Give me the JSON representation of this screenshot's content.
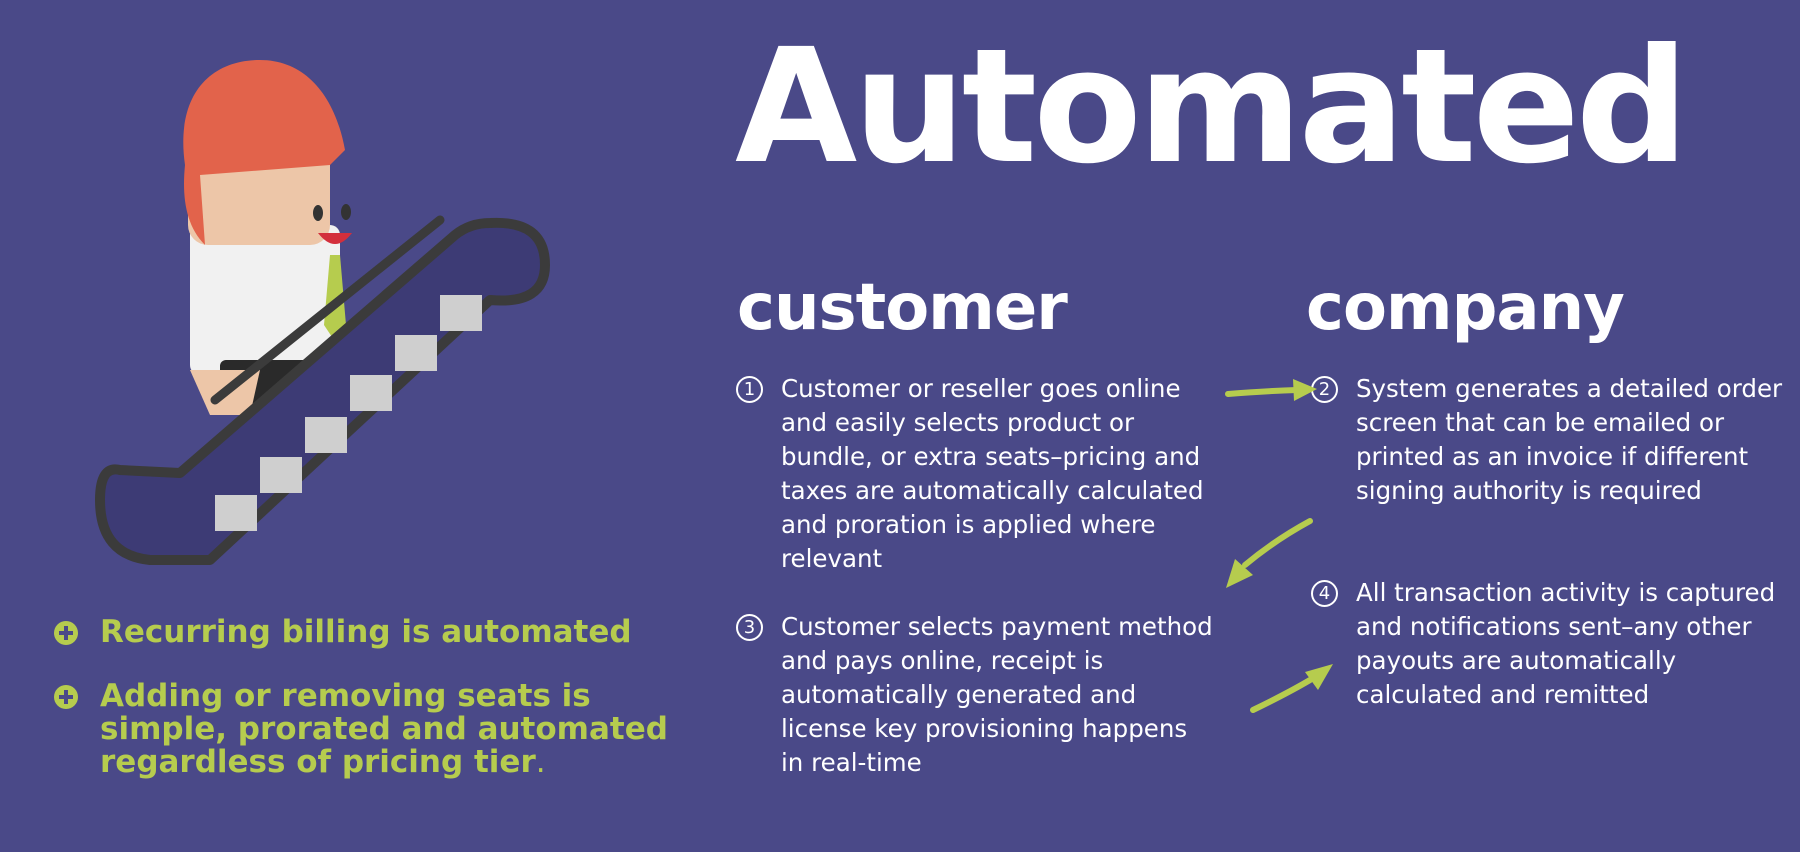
{
  "title": "Automated",
  "columns": {
    "customer": "customer",
    "company": "company"
  },
  "steps": [
    {
      "number": "1",
      "text": "Customer or reseller goes online and easily selects product or bundle, or extra seats–pricing and taxes are automatically calculated and proration is applied where relevant"
    },
    {
      "number": "2",
      "text": "System generates a detailed order screen that can be emailed or printed as an invoice if different signing authority is required"
    },
    {
      "number": "3",
      "text": "Customer selects payment method and pays online, receipt is automatically generated and license key provisioning happens in real-time"
    },
    {
      "number": "4",
      "text": "All transaction activity is captured and notifications sent–any other payouts are automatically calculated and remitted"
    }
  ],
  "benefits": [
    {
      "text": "Recurring billing is automated",
      "suffix": ""
    },
    {
      "text": "Adding or removing seats is simple, prorated and automated regardless of pricing tier",
      "suffix": "."
    }
  ],
  "colors": {
    "background": "#4a4988",
    "accent": "#b6cc4e",
    "text": "#ffffff",
    "hair": "#e2634b"
  },
  "icons": {
    "illustration": "man-on-escalator-icon",
    "arrow": "arrow-icon",
    "benefit": "plus-circle-icon"
  }
}
